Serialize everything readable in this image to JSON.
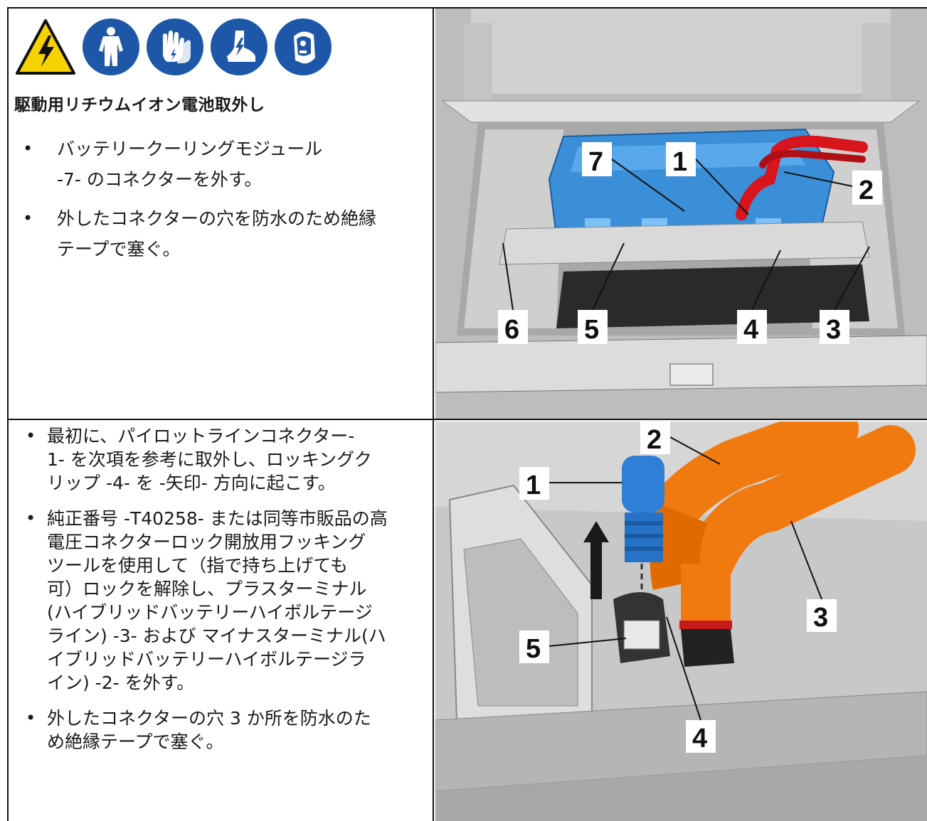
{
  "safety_icons": [
    "high-voltage-warning-icon",
    "protective-suit-icon",
    "insulated-gloves-icon",
    "safety-shoe-icon",
    "face-shield-icon"
  ],
  "colors": {
    "pictogram_blue": "#1f57a8",
    "warning_yellow": "#f6d200",
    "battery_blue": "#3a8fd8",
    "cable_red": "#d8141c",
    "cable_orange": "#f07a10",
    "connector_blue": "#2f7fd6"
  },
  "section1": {
    "heading": "駆動用リチウムイオン電池取外し",
    "bullets": [
      "バッテリークーリングモジュール\n-7- のコネクターを外す。",
      "外したコネクターの穴を防水のため絶縁\nテープで塞ぐ。"
    ]
  },
  "figure1": {
    "callouts": [
      "7",
      "1",
      "2",
      "6",
      "5",
      "4",
      "3"
    ]
  },
  "section2": {
    "bullets": [
      "最初に、パイロットラインコネクター-\n1- を次項を参考に取外し、ロッキングク\nリップ -4- を -矢印- 方向に起こす。",
      "純正番号 -T40258- または同等市販品の高\n電圧コネクターロック開放用フッキング\nツールを使用して（指で持ち上げても\n可）ロックを解除し、プラスターミナル\n(ハイブリッドバッテリーハイボルテージ\nライン) -3- および マイナスターミナル(ハ\nイブリッドバッテリーハイボルテージラ\nイン) -2- を外す。",
      "外したコネクターの穴 3 か所を防水のた\nめ絶縁テープで塞ぐ。"
    ]
  },
  "figure2": {
    "callouts": [
      "2",
      "1",
      "3",
      "5",
      "4"
    ]
  }
}
